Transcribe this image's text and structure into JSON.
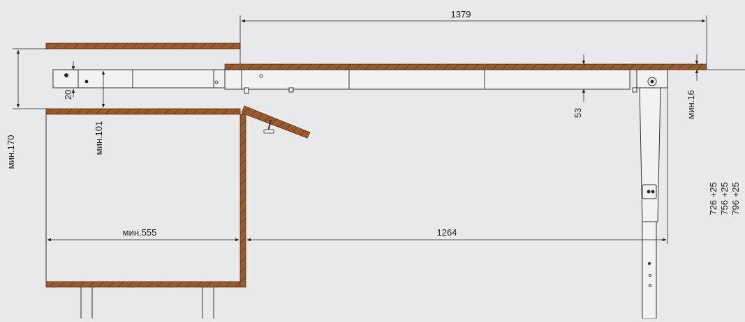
{
  "dimensions": {
    "top_width": "1379",
    "bottom_extension": "1264",
    "cabinet_depth": "мин.555",
    "left_height": "мин.170",
    "inner_height": "мин.101",
    "offset_20": "20",
    "rail_53": "53",
    "top_thickness": "мин.16",
    "height_1": "726 +25",
    "height_2": "756 +25",
    "height_3": "796 +25"
  },
  "colors": {
    "background": "#e8e9ea",
    "wood": "#9a5a2c",
    "wood_edge": "#5a3216",
    "metal": "#f2f2f2",
    "line": "#333333"
  }
}
